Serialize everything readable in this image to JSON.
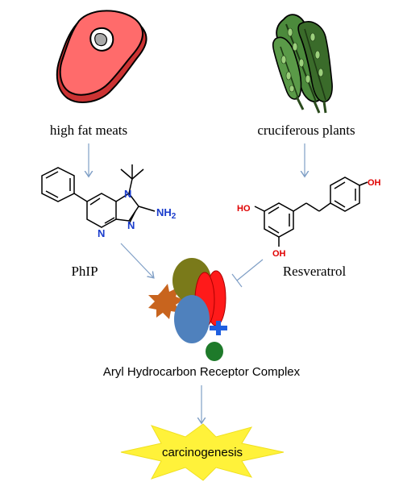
{
  "nodes": {
    "meat_label": "high fat meats",
    "plant_label": "cruciferous plants",
    "phip_label": "PhIP",
    "resveratrol_label": "Resveratrol",
    "ahr_label": "Aryl Hydrocarbon Receptor Complex",
    "outcome_label": "carcinogenesis"
  },
  "molecules": {
    "phip_nh2": "NH",
    "phip_nh2_sub": "2",
    "phip_n1": "N",
    "phip_n3": "N",
    "phip_n_pyridine": "N",
    "res_oh_left": "HO",
    "res_oh_bottom": "OH",
    "res_oh_right": "OH"
  },
  "colors": {
    "arrow": "#7f9fc6",
    "meat_red": "#ff6b6b",
    "meat_dark": "#cc3333",
    "leaf_green": "#3a6b2a",
    "olive": "#7a7a1a",
    "red_oval": "#ff1a1a",
    "blue_oval": "#4f81bd",
    "orange_star": "#c8641e",
    "cross_blue": "#1f5fe0",
    "green_circle": "#1e7a2a",
    "starburst": "#fff23a",
    "nitrogen": "#1a3ccc",
    "oxygen": "#e00000"
  }
}
